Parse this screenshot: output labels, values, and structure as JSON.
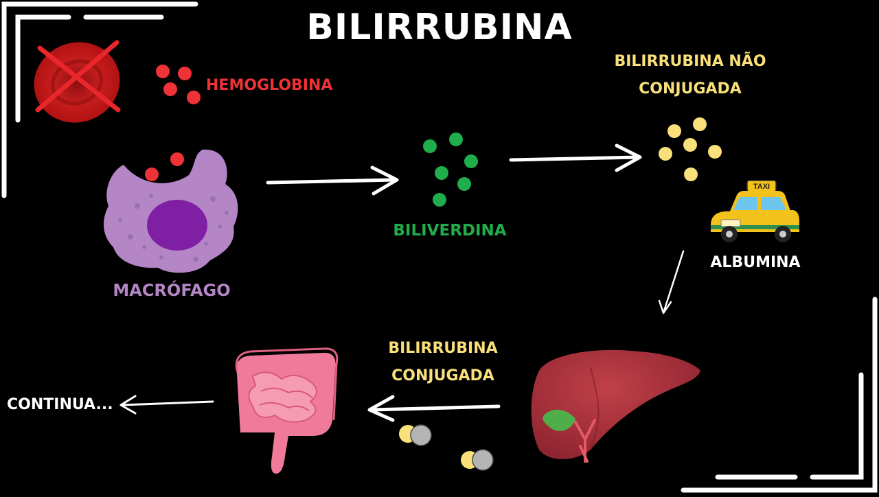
{
  "title": "BILIRRUBINA",
  "labels": {
    "hemoglobina": "HEMOGLOBINA",
    "bilirrubina_nao_conjugada": "BILIRRUBINA NÃO CONJUGADA",
    "biliverdina": "BILIVERDINA",
    "macrofago": "MACRÓFAGO",
    "albumina": "ALBUMINA",
    "bilirrubina_conjugada": "BILIRRUBINA CONJUGADA",
    "continua": "CONTINUA...",
    "taxi_sign": "TAXI"
  },
  "colors": {
    "background": "#000000",
    "title": "#ffffff",
    "hemoglobina": "#ee3237",
    "biliverdina": "#1fae4b",
    "unconjugated": "#f9e07a",
    "macrofago": "#b486c6",
    "albumina": "#ffffff",
    "conjugada": "#f9e07a",
    "continua": "#ffffff",
    "frame": "#ffffff",
    "arrow": "#ffffff"
  },
  "icons": [
    "crossed-red-blood-cell-icon",
    "macrophage-icon",
    "taxi-icon",
    "liver-icon",
    "intestine-icon"
  ]
}
